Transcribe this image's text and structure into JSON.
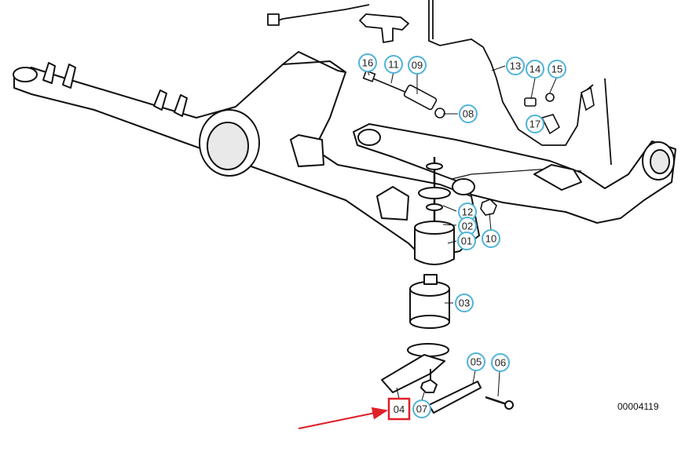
{
  "diagram": {
    "id_text": "00004119",
    "callout_color": "#4fb3d9",
    "highlight_color": "#e0202a",
    "line_color": "#111111",
    "callouts": [
      {
        "key": "c16",
        "label": "16"
      },
      {
        "key": "c11",
        "label": "11"
      },
      {
        "key": "c09",
        "label": "09"
      },
      {
        "key": "c13",
        "label": "13"
      },
      {
        "key": "c14",
        "label": "14"
      },
      {
        "key": "c15",
        "label": "15"
      },
      {
        "key": "c08",
        "label": "08"
      },
      {
        "key": "c17",
        "label": "17"
      },
      {
        "key": "c12",
        "label": "12"
      },
      {
        "key": "c02",
        "label": "02"
      },
      {
        "key": "c01",
        "label": "01"
      },
      {
        "key": "c10",
        "label": "10"
      },
      {
        "key": "c03",
        "label": "03"
      },
      {
        "key": "c05",
        "label": "05"
      },
      {
        "key": "c06",
        "label": "06"
      },
      {
        "key": "c07",
        "label": "07"
      }
    ],
    "highlighted": {
      "label": "04"
    }
  }
}
